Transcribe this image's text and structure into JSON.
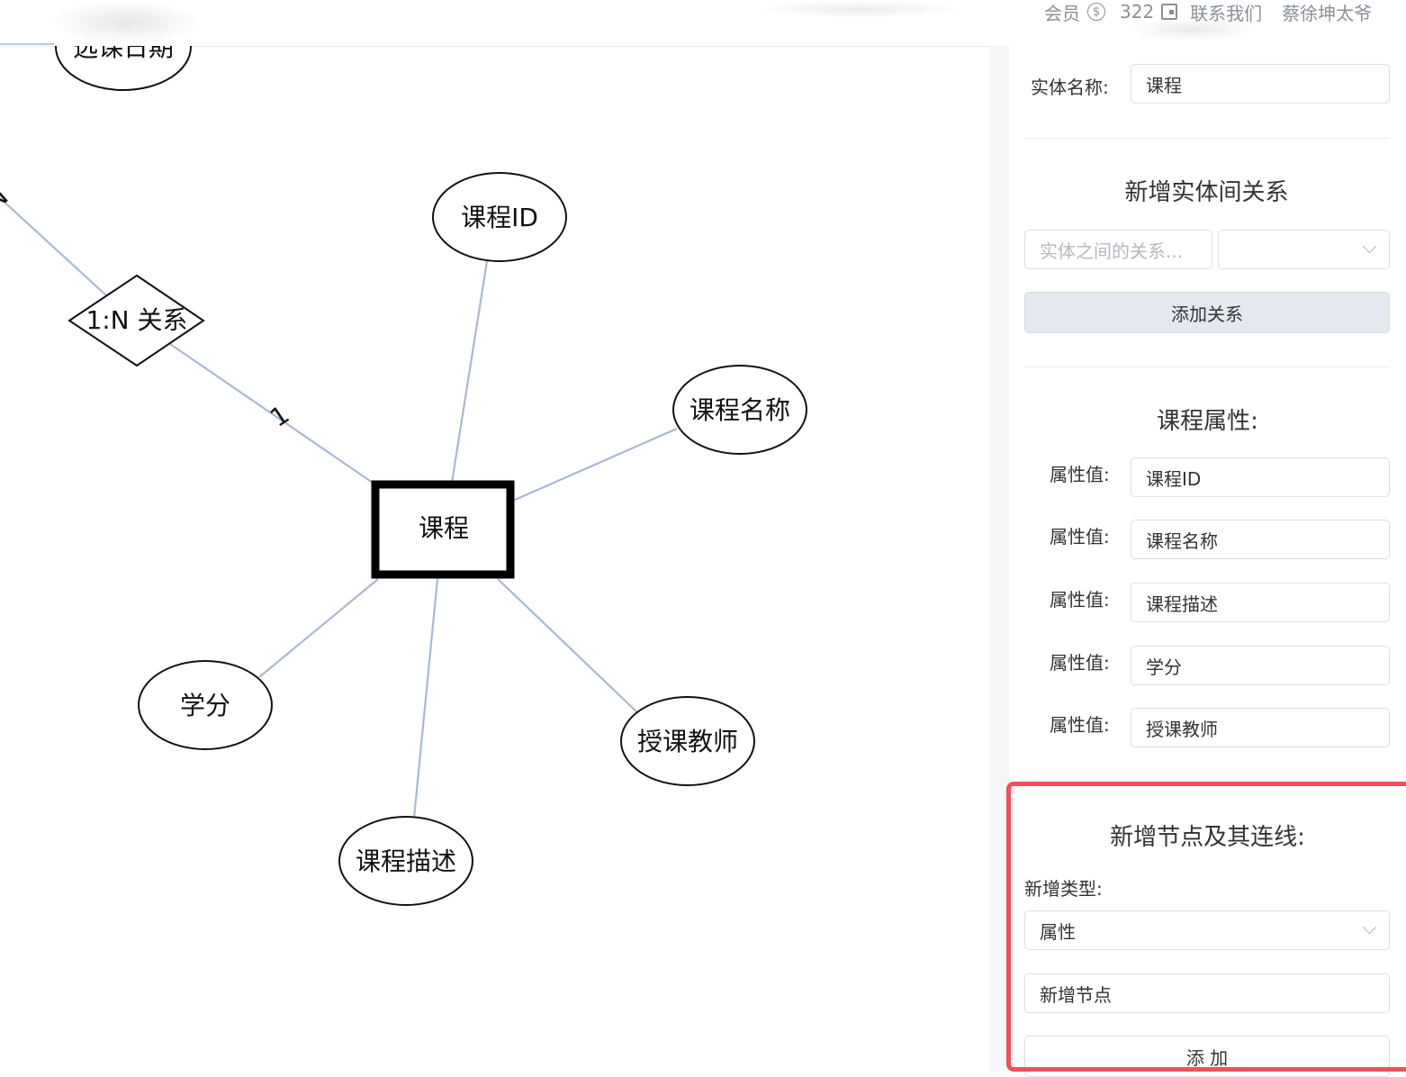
{
  "topbar": {
    "member": "会员",
    "coin_icon": "dollar-coin-icon",
    "coins": "322",
    "wallet_icon": "wallet-icon",
    "contact": "联系我们",
    "username": "蔡徐坤太爷"
  },
  "diagram": {
    "entity": "课程",
    "relation": "1:N 关系",
    "cardinality_near": "1",
    "cardinality_far": "N",
    "top_partial_attribute": "选课日期",
    "attributes": [
      "课程ID",
      "课程名称",
      "授课教师",
      "课程描述",
      "学分"
    ]
  },
  "panel": {
    "entity_name_label": "实体名称:",
    "entity_name_value": "课程",
    "relation_section_title": "新增实体间关系",
    "relation_input_placeholder": "实体之间的关系...",
    "relation_select_value": "",
    "add_relation_button": "添加关系",
    "attributes_title": "课程属性:",
    "attribute_label": "属性值:",
    "attribute_values": [
      "课程ID",
      "课程名称",
      "课程描述",
      "学分",
      "授课教师"
    ],
    "new_node_title": "新增节点及其连线:",
    "new_type_label": "新增类型:",
    "new_type_value": "属性",
    "new_node_value": "新增节点",
    "add_button": "添 加"
  },
  "colors": {
    "edge": "#a8b8d4",
    "highlight": "#f0505c",
    "button_gray": "#e4e9f0"
  }
}
